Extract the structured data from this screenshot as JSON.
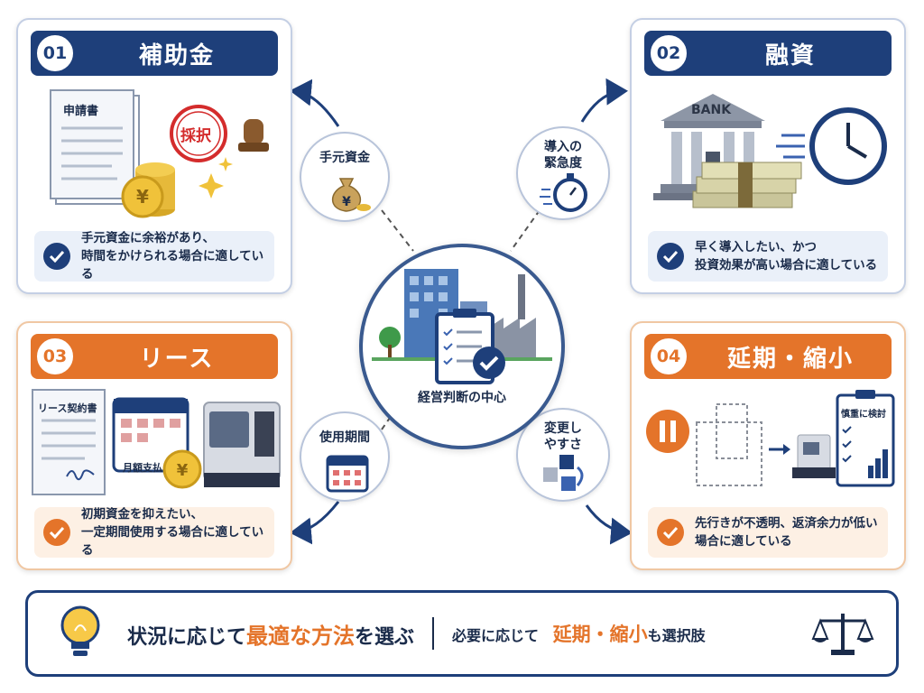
{
  "cards": [
    {
      "num": "01",
      "title": "補助金",
      "desc_line1": "手元資金に余裕があり、",
      "desc_line2": "時間をかけられる場合に適している",
      "doc_label": "申請書",
      "stamp_text": "採択"
    },
    {
      "num": "02",
      "title": "融資",
      "desc_line1": "早く導入したい、かつ",
      "desc_line2": "投資効果が高い場合に適している",
      "bank_label": "BANK"
    },
    {
      "num": "03",
      "title": "リース",
      "desc_line1": "初期資金を抑えたい、",
      "desc_line2": "一定期間使用する場合に適している",
      "doc_label": "リース契約書",
      "calendar_label": "月額支払"
    },
    {
      "num": "04",
      "title": "延期・縮小",
      "desc_line1": "先行きが不透明、返済余力が低い",
      "desc_line2": "場合に適している",
      "clipboard_label": "慎重に検討"
    }
  ],
  "bubbles": {
    "funds": "手元資金",
    "urgency_line1": "導入の",
    "urgency_line2": "緊急度",
    "period": "使用期間",
    "flex_line1": "変更し",
    "flex_line2": "やすさ"
  },
  "center_label": "経営判断の中心",
  "footer": {
    "part1": "状況に応じて",
    "highlight1": "最適な方法",
    "part2": "を選ぶ",
    "sub_part1": "必要に応じて",
    "sub_highlight": "延期・縮小",
    "sub_part2": "も選択肢"
  },
  "colors": {
    "navy": "#1e3f7a",
    "orange": "#e4742a"
  }
}
